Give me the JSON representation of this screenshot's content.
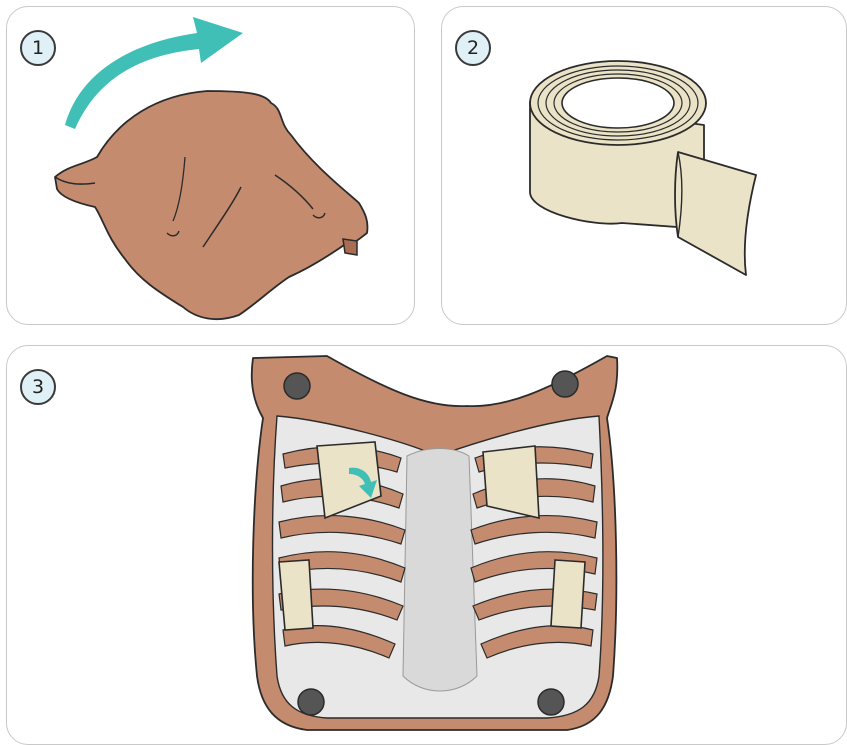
{
  "steps": [
    {
      "number": "1"
    },
    {
      "number": "2"
    },
    {
      "number": "3"
    }
  ],
  "colors": {
    "skin": "#c48b6e",
    "skin_dark": "#a96d52",
    "outline": "#2b2b2b",
    "arrow": "#3fbfb6",
    "tape": "#ebe3c7",
    "frame": "#d9d9d9",
    "badge_fill": "#dff1f6"
  },
  "icons": {
    "step1": "chest-skin-removal",
    "step2": "adhesive-tape-roll",
    "step3": "ribcage-with-tape-patches"
  }
}
